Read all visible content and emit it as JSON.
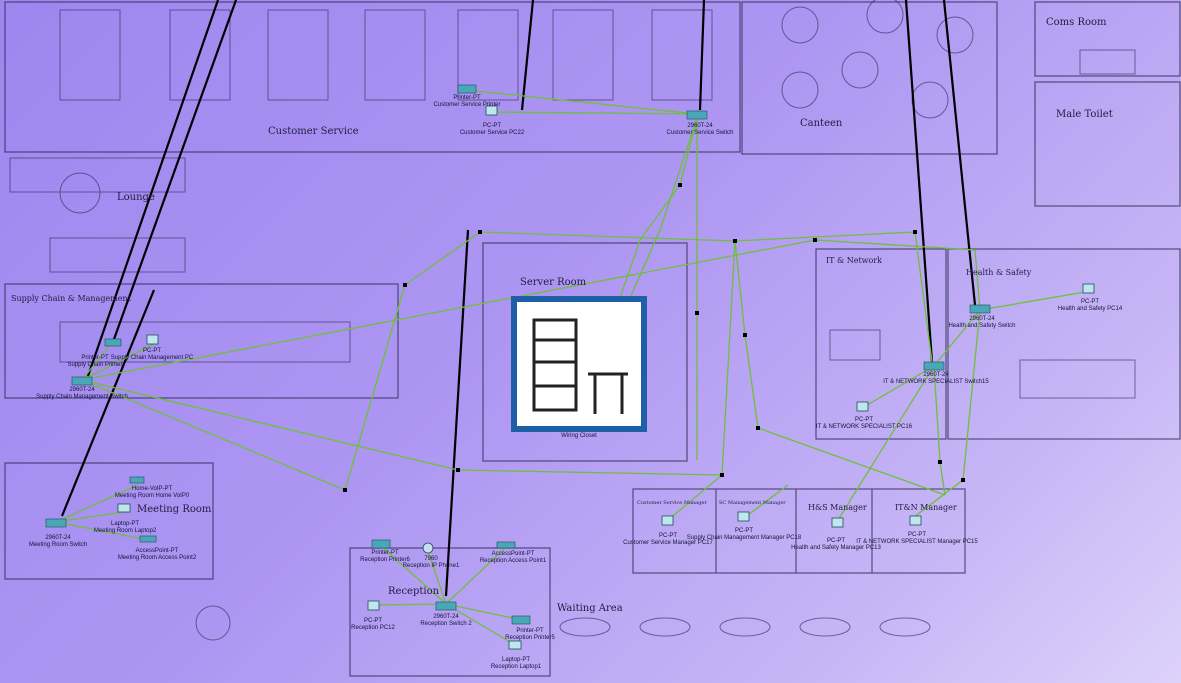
{
  "rooms": {
    "customer_service": "Customer Service",
    "canteen": "Canteen",
    "coms_room": "Coms Room",
    "male_toilet": "Male Toilet",
    "lounge": "Lounge",
    "supply_chain": "Supply Chain & Management",
    "server_room": "Server Room",
    "it_network": "IT & Network",
    "health_safety": "Health & Safety",
    "meeting_room": "Meeting Room",
    "reception": "Reception",
    "waiting_area": "Waiting Area",
    "hs_manager": "H&S Manager",
    "itn_manager": "IT&N Manager",
    "cs_manager": "Customer Service Manager",
    "sc_manager": "SC Management Manager"
  },
  "devices": {
    "cs_printer": {
      "type": "Printer-PT",
      "name": "Customer Service Printer"
    },
    "cs_pc": {
      "type": "PC-PT",
      "name": "Customer Service PC22"
    },
    "cs_switch": {
      "type": "2960T-24",
      "name": "Customer Service Switch"
    },
    "sc_switch": {
      "type": "2960T-24",
      "name": "Supply Chain Management Switch"
    },
    "sc_pc": {
      "type": "PC-PT",
      "name": "Supply Chain Management PC"
    },
    "sc_printer": {
      "type": "Printer-PT",
      "name": "Supply Chain Printer"
    },
    "wiring_closet": {
      "name": "Wiring Closet"
    },
    "itn_switch": {
      "type": "2960T-24",
      "name": "IT & NETWORK SPECIALIST Switch15"
    },
    "itn_pc": {
      "type": "PC-PT",
      "name": "IT & NETWORK SPECIALIST PC16"
    },
    "hs_switch": {
      "type": "2960T-24",
      "name": "Health and Safety Switch"
    },
    "hs_pc": {
      "type": "PC-PT",
      "name": "Health and Safety PC14"
    },
    "mr_voip": {
      "type": "Home-VoIP-PT",
      "name": "Meeting Room Home VoIP0"
    },
    "mr_laptop": {
      "type": "Laptop-PT",
      "name": "Meeting Room Laptop2"
    },
    "mr_ap": {
      "type": "AccessPoint-PT",
      "name": "Meeting Room Access Point2"
    },
    "mr_switch": {
      "type": "2960T-24",
      "name": "Meeting Room Switch"
    },
    "rc_printer6": {
      "type": "Printer-PT",
      "name": "Reception Printer6"
    },
    "rc_phone": {
      "type": "7960",
      "name": "Reception IP Phone1"
    },
    "rc_ap": {
      "type": "AccessPoint-PT",
      "name": "Reception Access Point1"
    },
    "rc_pc": {
      "type": "PC-PT",
      "name": "Reception PC12"
    },
    "rc_switch": {
      "type": "2960T-24",
      "name": "Reception Switch 2"
    },
    "rc_printer5": {
      "type": "Printer-PT",
      "name": "Reception Printer5"
    },
    "rc_laptop": {
      "type": "Laptop-PT",
      "name": "Reception Laptop1"
    },
    "csm_pc": {
      "type": "PC-PT",
      "name": "Customer Service Manager PC17"
    },
    "scm_pc": {
      "type": "PC-PT",
      "name": "Supply Chain Management Manager PC18"
    },
    "hsm_pc": {
      "type": "PC-PT",
      "name": "Health and Safety Manager PC13"
    },
    "itnm_pc": {
      "type": "PC-PT",
      "name": "IT & NETWORK SPECIALIST Manager PC15"
    }
  },
  "colors": {
    "link": "#6fbf3a",
    "trunk": "#000000",
    "closet": "#1f5fa8"
  }
}
